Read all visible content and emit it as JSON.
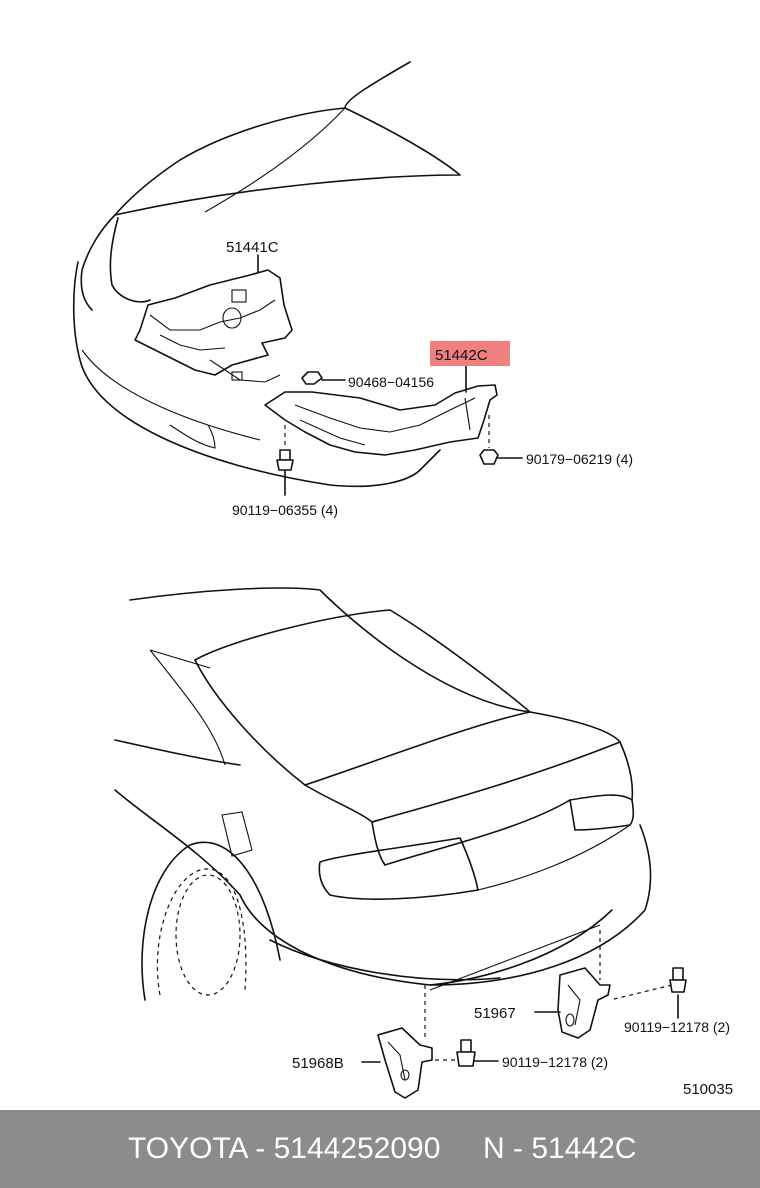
{
  "callouts": {
    "p51441c": "51441C",
    "p51442c": "51442C",
    "p90468": "90468−04156",
    "p90179": "90179−06219 (4)",
    "p90119a": "90119−06355 (4)",
    "p51967": "51967",
    "p90119b": "90119−12178 (2)",
    "p51968b": "51968B",
    "p90119c": "90119−12178 (2)",
    "figure_no": "510035"
  },
  "footer": {
    "left": "TOYOTA - 5144252090",
    "right": "N - 51442C"
  },
  "colors": {
    "highlight": "#f08080",
    "footer_bg": "#8c8c8c",
    "footer_text": "#ffffff"
  }
}
